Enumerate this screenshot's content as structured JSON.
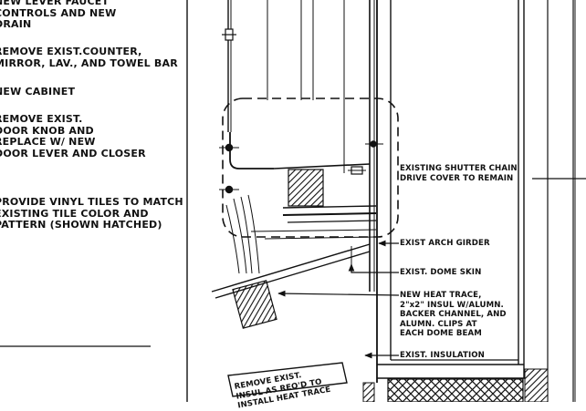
{
  "left_notes": [
    {
      "id": "note-lever-faucet",
      "lines": [
        "NEW LEVER FAUCET",
        "CONTROLS AND NEW",
        "DRAIN"
      ]
    },
    {
      "id": "note-remove-counter",
      "lines": [
        "REMOVE EXIST.COUNTER,",
        "MIRROR, LAV., AND TOWEL BAR"
      ]
    },
    {
      "id": "note-cabinet",
      "lines": [
        "NEW CABINET"
      ]
    },
    {
      "id": "note-remove-knob",
      "lines": [
        "REMOVE EXIST.",
        "DOOR KNOB AND",
        "REPLACE W/ NEW",
        "DOOR LEVER AND CLOSER"
      ]
    },
    {
      "id": "note-vinyl-tiles",
      "lines": [
        "PROVIDE VINYL TILES TO MATCH",
        "EXISTING TILE COLOR AND",
        "PATTERN (SHOWN HATCHED)"
      ]
    }
  ],
  "right_notes": [
    {
      "id": "note-shutter-chain",
      "lines": [
        "EXISTING SHUTTER CHAIN",
        "DRIVE COVER TO REMAIN"
      ]
    },
    {
      "id": "note-arch-girder",
      "lines": [
        "EXIST ARCH GIRDER"
      ]
    },
    {
      "id": "note-dome-skin",
      "lines": [
        "EXIST. DOME SKIN"
      ]
    },
    {
      "id": "note-heat-trace",
      "lines": [
        "NEW HEAT TRACE,",
        "2\"x2\" INSUL W/ALUMN.",
        "BACKER CHANNEL, AND",
        "ALUMN. CLIPS AT",
        "EACH DOME BEAM"
      ]
    },
    {
      "id": "note-insulation",
      "lines": [
        "EXIST. INSULATION"
      ]
    }
  ],
  "rotated_note": {
    "id": "note-remove-insul",
    "lines": [
      "REMOVE EXIST.",
      "INSUL AS REQ'D TO",
      "INSTALL HEAT TRACE"
    ]
  }
}
